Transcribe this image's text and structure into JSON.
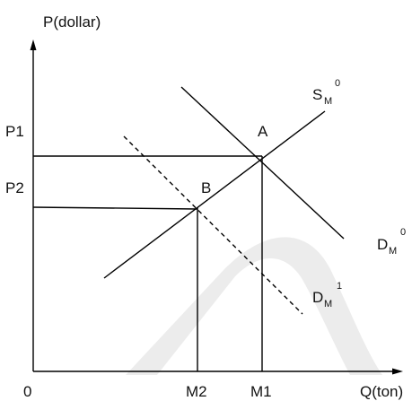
{
  "labels": {
    "y_axis": "P(dollar)",
    "x_axis": "Q(ton)",
    "origin": "0",
    "p1": "P1",
    "p2": "P2",
    "m1": "M1",
    "m2": "M2",
    "point_a": "A",
    "point_b": "B"
  },
  "curves": {
    "supply": {
      "main": "S",
      "sub": "M",
      "sup": "0"
    },
    "demand_0": {
      "main": "D",
      "sub": "M",
      "sup": "0"
    },
    "demand_1": {
      "main": "D",
      "sub": "M",
      "sup": "1"
    }
  },
  "colors": {
    "line": "#000000",
    "text": "#111111",
    "watermark": "#ececec"
  }
}
